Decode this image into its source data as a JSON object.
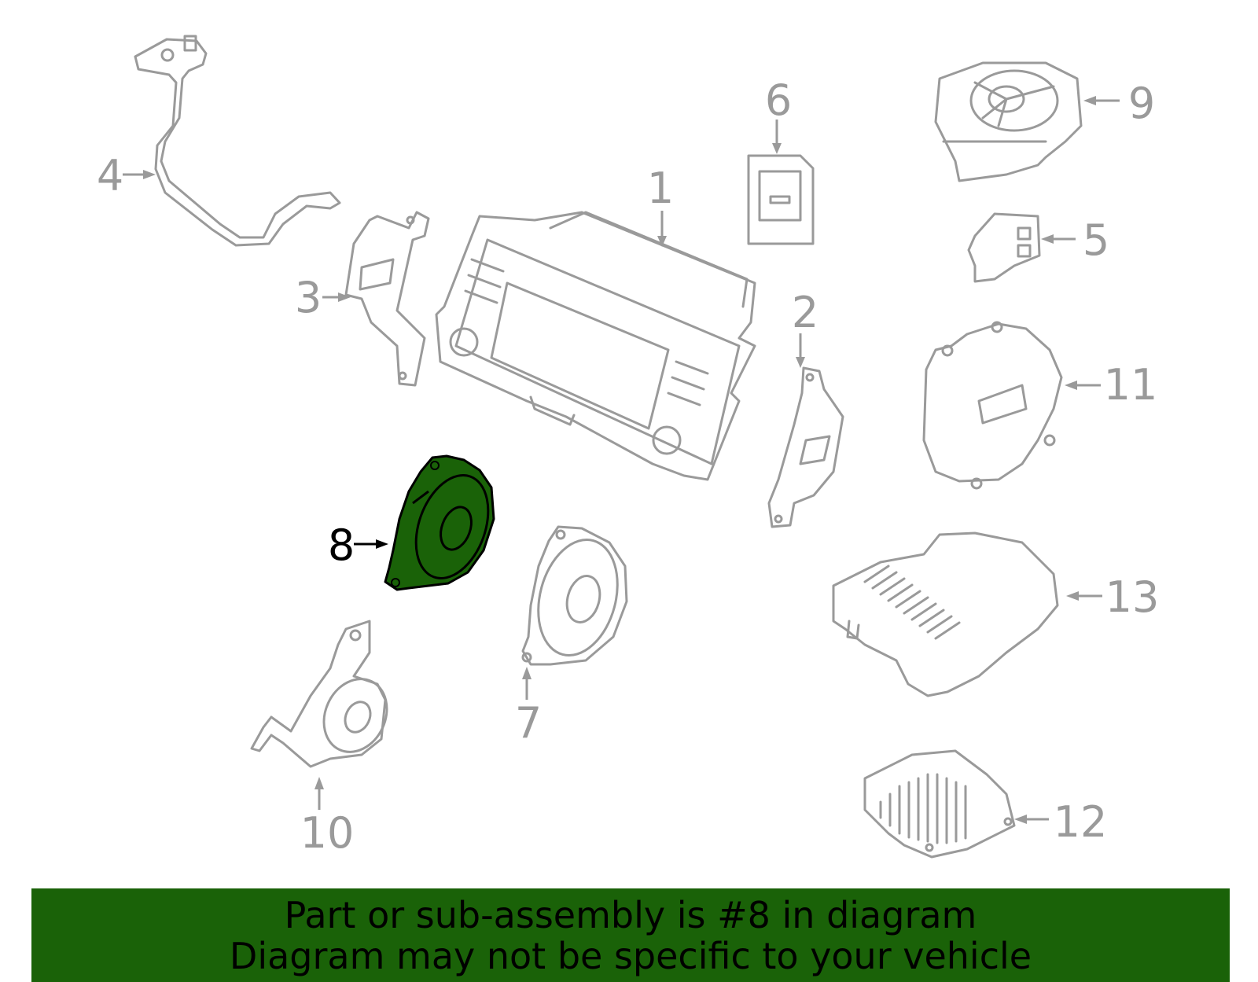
{
  "colors": {
    "banner": "#1a6208",
    "highlight_fill": "#1a6208",
    "line": "#9a9a9a"
  },
  "callouts": [
    "1",
    "2",
    "3",
    "4",
    "5",
    "6",
    "7",
    "8",
    "9",
    "10",
    "11",
    "12",
    "13"
  ],
  "highlighted_part": "8",
  "banner": {
    "line1": "Part or sub-assembly is #8 in diagram",
    "line2": "Diagram may not be specific to your vehicle"
  }
}
